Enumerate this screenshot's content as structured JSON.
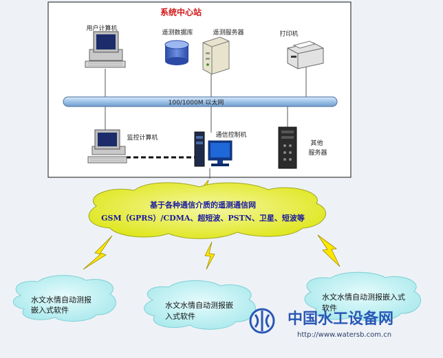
{
  "station": {
    "title": "系统中心站"
  },
  "devices": {
    "user_computer": "用户计算机",
    "telemetry_db": "遥测数据库",
    "telemetry_server": "遥测服务器",
    "printer": "打印机",
    "monitor_computer": "监控计算机",
    "comm_controller": "通信控制机",
    "other_servers": [
      "其他",
      "服务器"
    ]
  },
  "bus": {
    "label": "100/1000M 以太网"
  },
  "network": {
    "line1": "基于各种通信介质的遥测通信网",
    "line2": "GSM（GPRS）/CDMA、超短波、PSTN、卫星、短波等"
  },
  "clouds": [
    {
      "lines": [
        "水文水情自动测报",
        "嵌入式软件"
      ]
    },
    {
      "lines": [
        "水文水情自动测报嵌",
        "入式软件"
      ]
    },
    {
      "lines": [
        "水文水情自动测报嵌入式",
        "软件"
      ]
    }
  ],
  "watermark": {
    "brand": "中国水工设备网",
    "url": "http://www.watersb.com.cn"
  },
  "colors": {
    "title_red": "#d21818",
    "bus_blue": "#9fc3e8",
    "network_cloud": "#e4ec1c",
    "station_cloud": "#b7f0f2",
    "lightning": "#ffe600"
  }
}
